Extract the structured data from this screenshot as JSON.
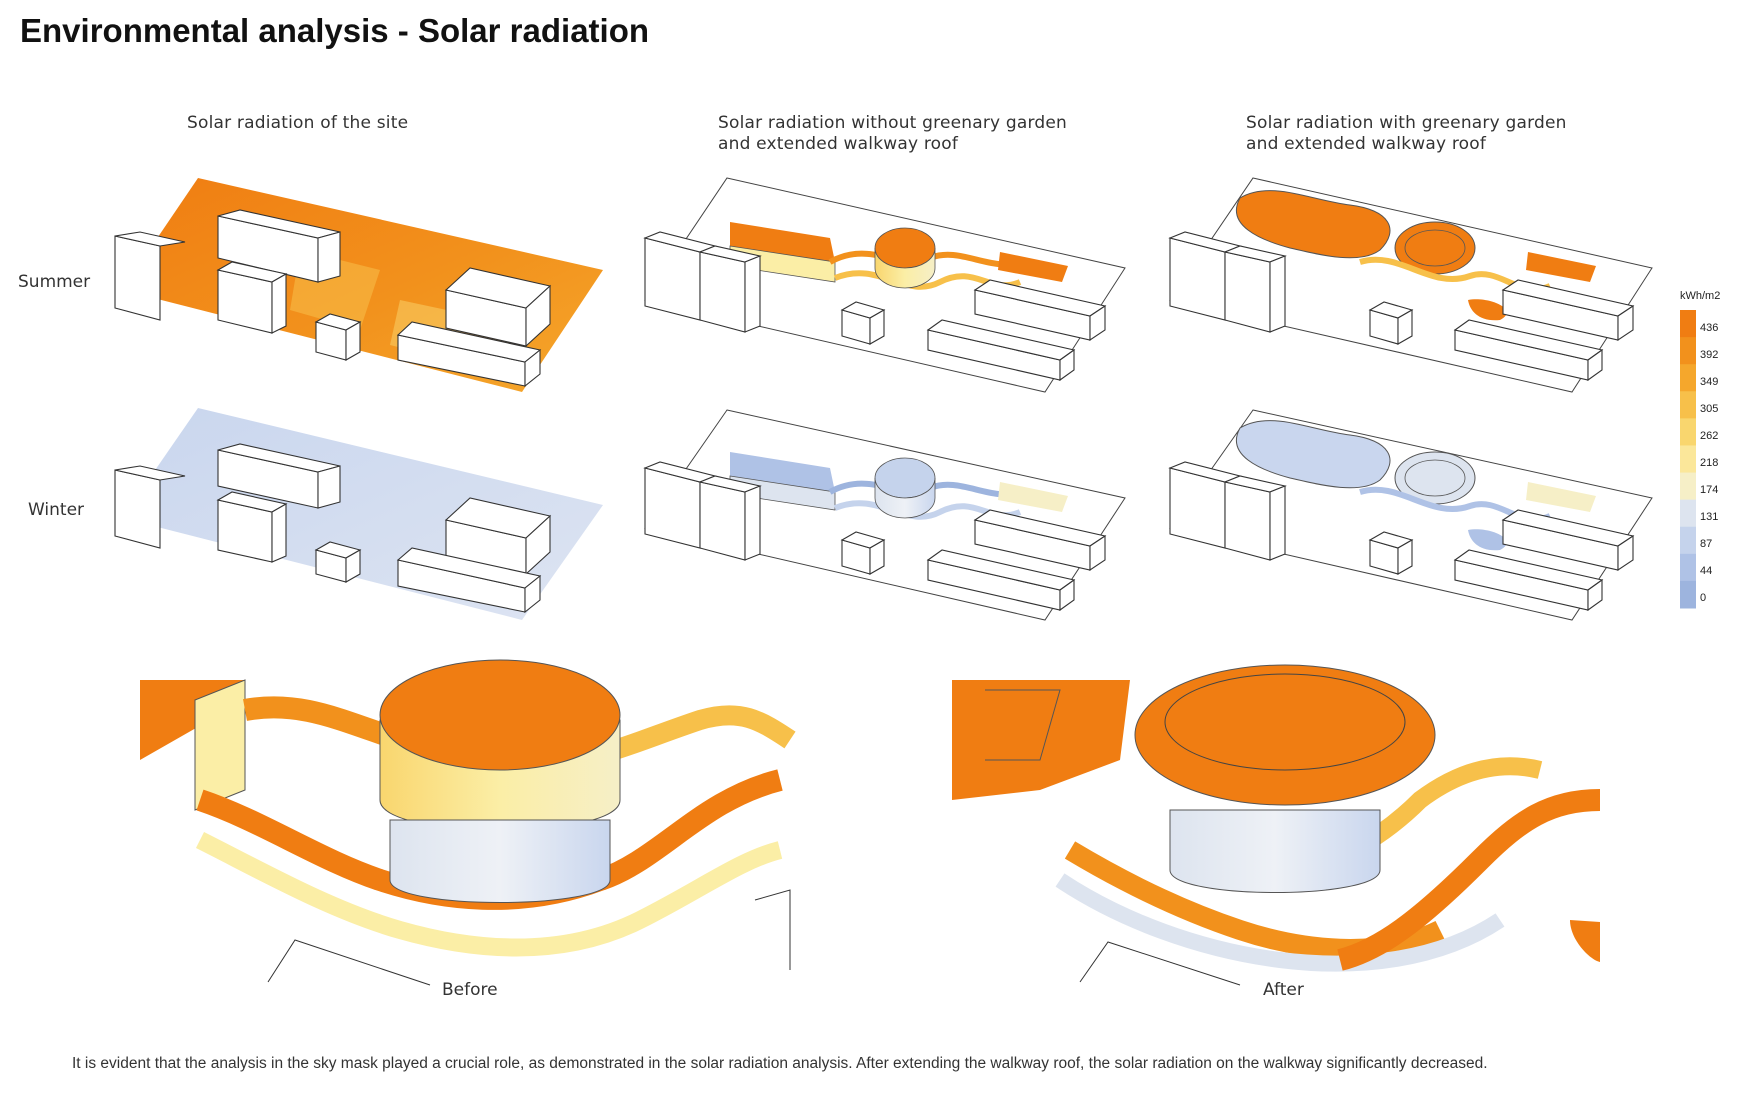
{
  "title": "Environmental analysis - Solar radiation",
  "columns": [
    {
      "label_line1": "Solar radiation of the site",
      "label_line2": ""
    },
    {
      "label_line1": "Solar radiation without greenary garden",
      "label_line2": "and extended walkway roof"
    },
    {
      "label_line1": "Solar radiation with greenary garden",
      "label_line2": "and extended walkway roof"
    }
  ],
  "rows": [
    {
      "label": "Summer"
    },
    {
      "label": "Winter"
    }
  ],
  "legend": {
    "unit": "kWh/m2",
    "values": [
      "436",
      "392",
      "349",
      "305",
      "262",
      "218",
      "174",
      "131",
      "87",
      "44",
      "0"
    ],
    "colors": [
      "#f07d12",
      "#f2911c",
      "#f5a72c",
      "#f7c04a",
      "#f9d66e",
      "#fbe79a",
      "#f6efc7",
      "#dde4ef",
      "#c5d3ec",
      "#afc2e6",
      "#9db4de"
    ]
  },
  "detail_captions": {
    "before": "Before",
    "after": "After"
  },
  "footnote": "It is evident that the analysis in the sky mask played a crucial role, as demonstrated in the solar radiation analysis. After extending the walkway roof, the solar radiation on the walkway significantly decreased.",
  "colors": {
    "hot": "#f07d12",
    "warm": "#f7c04a",
    "pale": "#fbeea6",
    "cool": "#c9d6ee",
    "cold": "#a9bde3"
  }
}
